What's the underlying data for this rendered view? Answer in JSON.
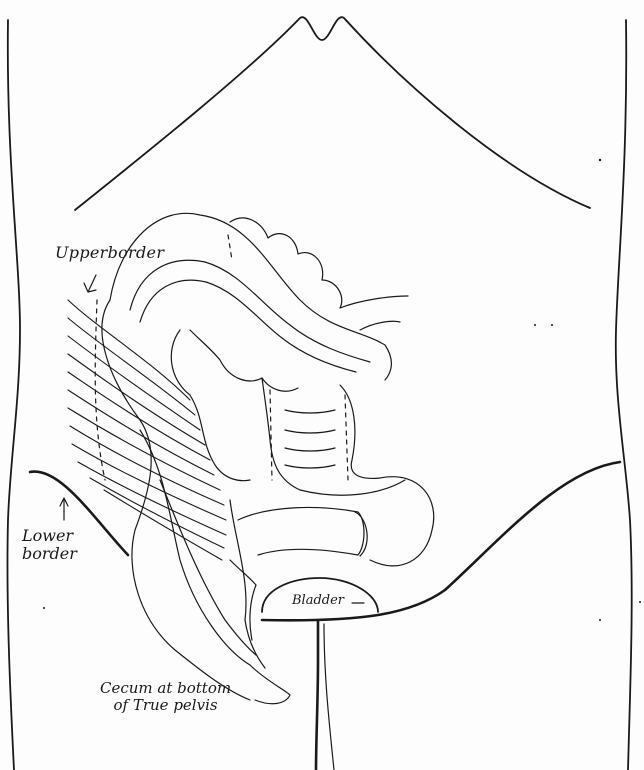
{
  "labels": {
    "upper_border": "Upperborder",
    "lower_border": "Lower\nborder",
    "bladder": "Bladder",
    "cecum": "Cecum at bottom\nof True pelvis"
  },
  "arrows": {
    "upper_arrow": "↙",
    "lower_arrow": "↑"
  },
  "colors": {
    "ink": "#1a1a1a",
    "paper": "#fdfdfd"
  }
}
